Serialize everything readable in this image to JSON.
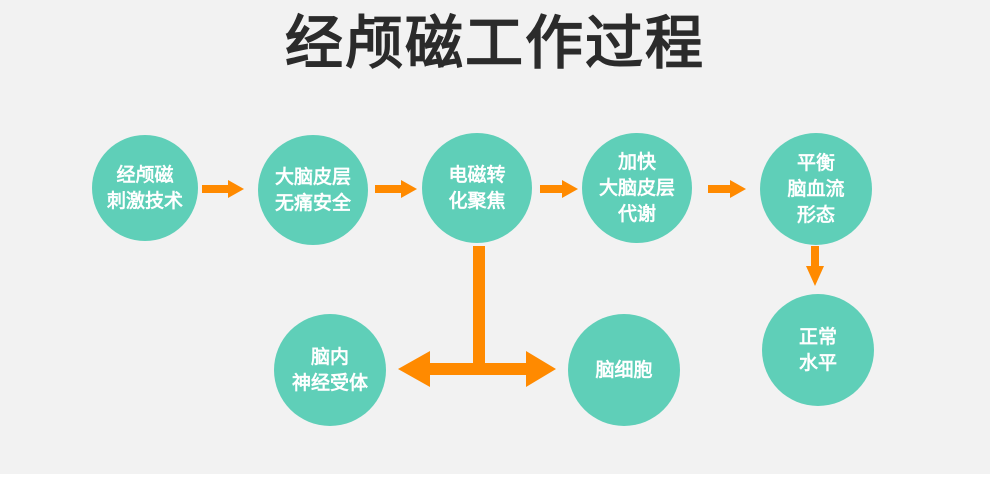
{
  "title": "经颅磁工作过程",
  "colors": {
    "node": "#5fcfb8",
    "arrow": "#ff8a00",
    "background": "#f2f2f2",
    "title": "#2b2b2b"
  },
  "nodes": [
    {
      "id": "n1",
      "label": "经颅磁\n刺激技术"
    },
    {
      "id": "n2",
      "label": "大脑皮层\n无痛安全"
    },
    {
      "id": "n3",
      "label": "电磁转\n化聚焦"
    },
    {
      "id": "n4",
      "label": "加快\n大脑皮层\n代谢"
    },
    {
      "id": "n5",
      "label": "平衡\n脑血流\n形态"
    },
    {
      "id": "n6",
      "label": "正常\n水平"
    },
    {
      "id": "n7",
      "label": "脑内\n神经受体"
    },
    {
      "id": "n8",
      "label": "脑细胞"
    }
  ]
}
